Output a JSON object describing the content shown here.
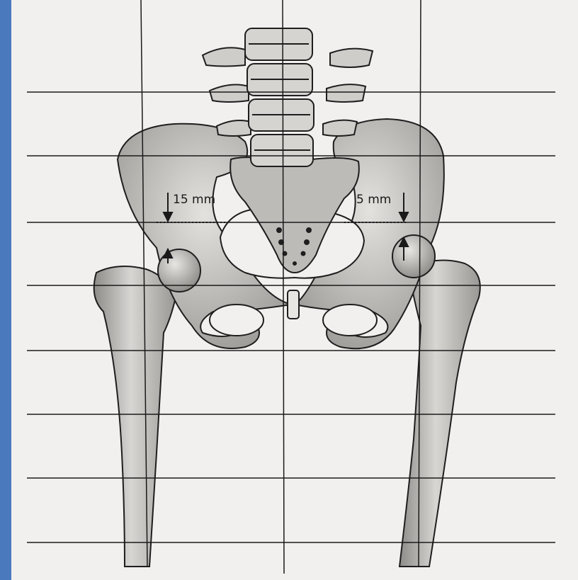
{
  "colors": {
    "frame": "#4a79bd",
    "paper": "#f2f0ee",
    "bone_fill": "#cfcdca",
    "bone_dark": "#8c8a88",
    "bone_stroke": "#1e1e1e",
    "grid_line": "#1a1a1a"
  },
  "measurements": {
    "left": "15 mm",
    "right": "5 mm"
  },
  "figure": {
    "subject": "pelvis-with-lumbar-spine-and-femurs",
    "left_arrow_icon": "arrow-down-up-icon",
    "right_arrow_icon": "arrow-down-up-icon"
  }
}
